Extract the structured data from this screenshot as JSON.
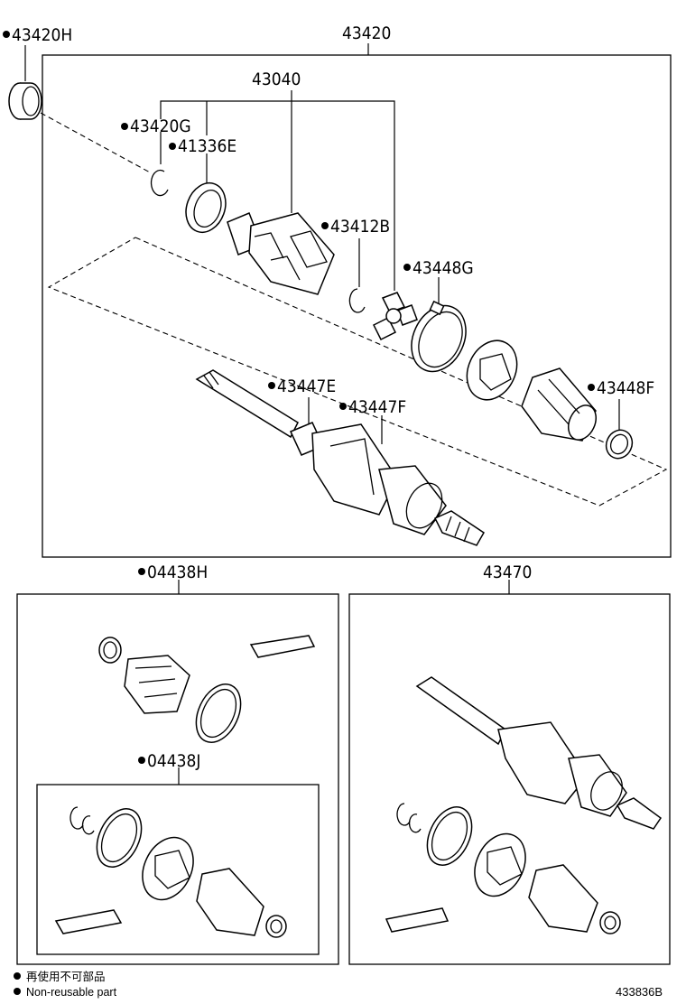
{
  "labels": {
    "p43420H": "43420H",
    "p43420": "43420",
    "p43040": "43040",
    "p43420G": "43420G",
    "p41336E": "41336E",
    "p43412B": "43412B",
    "p43448G": "43448G",
    "p43447E": "43447E",
    "p43447F": "43447F",
    "p43448F": "43448F",
    "p04438H": "04438H",
    "p43470": "43470",
    "p04438J": "04438J"
  },
  "legend": {
    "line1": "再使用不可部品",
    "line2": "Non-reusable part"
  },
  "diagram_code": "433836B",
  "colors": {
    "ink": "#000000",
    "background": "#ffffff"
  }
}
